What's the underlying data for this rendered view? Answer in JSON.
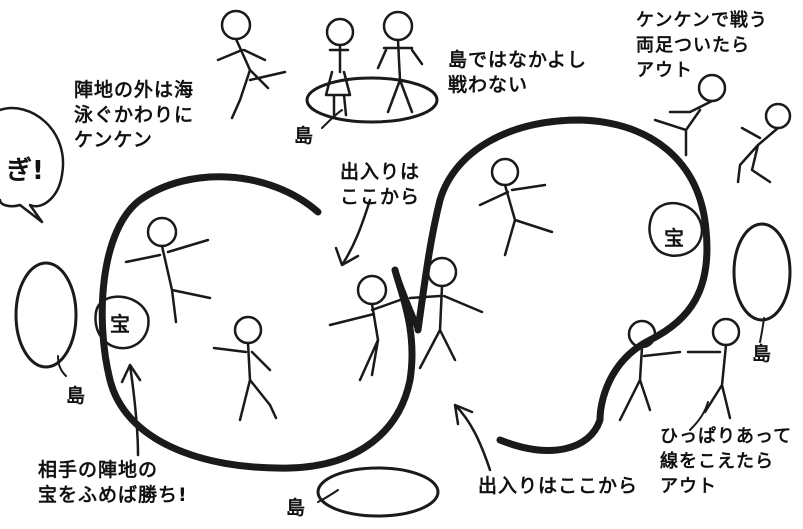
{
  "labels": {
    "outside_base": "陣地の外は海\n泳ぐかわりに\nケンケン",
    "island_rule": "島ではなかよし\n戦わない",
    "hop_fight": "ケンケンで戦う\n両足ついたら\nアウト",
    "entrance_top": "出入りは\nここから",
    "entrance_bottom": "出入りはここから",
    "pull_rule": "ひっぱりあって\n線をこえたら\nアウト",
    "win_rule": "相手の陣地の\n宝をふめば勝ち!",
    "island": "島",
    "treasure": "宝",
    "bubble": "ぎ!"
  },
  "colors": {
    "line": "#1a1a1a",
    "background": "#ffffff"
  }
}
